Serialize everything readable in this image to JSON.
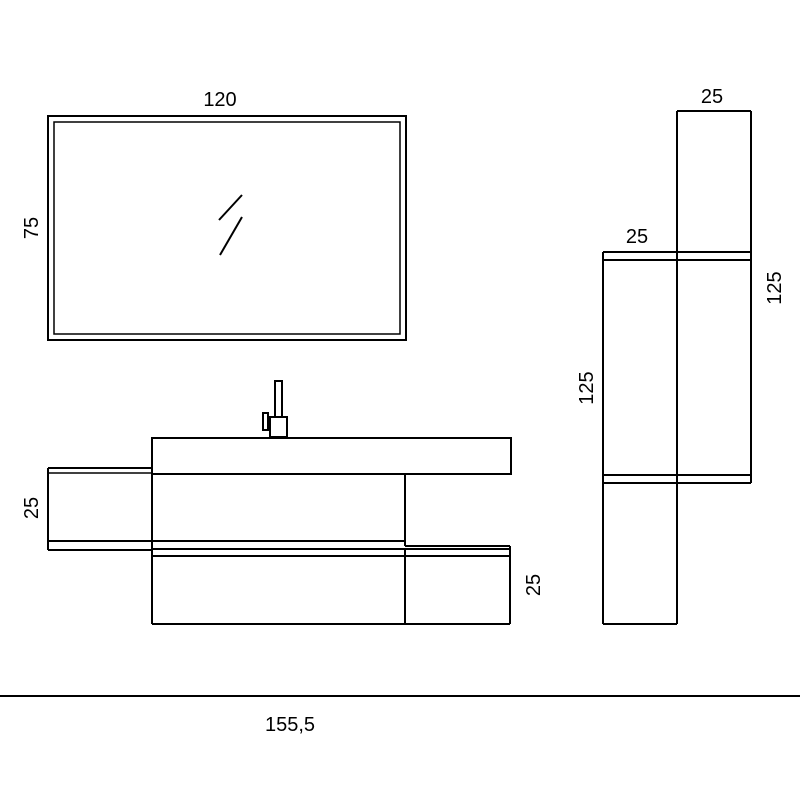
{
  "drawing": {
    "mirror": {
      "width_label": "120",
      "height_label": "75"
    },
    "base_unit": {
      "left_drawer_height_label": "25",
      "right_drawer_height_label": "25"
    },
    "tall_units": {
      "top_width_label": "25",
      "lower_width_label": "25",
      "right_height_label": "125",
      "left_height_label": "125"
    },
    "overall": {
      "total_width_label": "155,5"
    }
  }
}
